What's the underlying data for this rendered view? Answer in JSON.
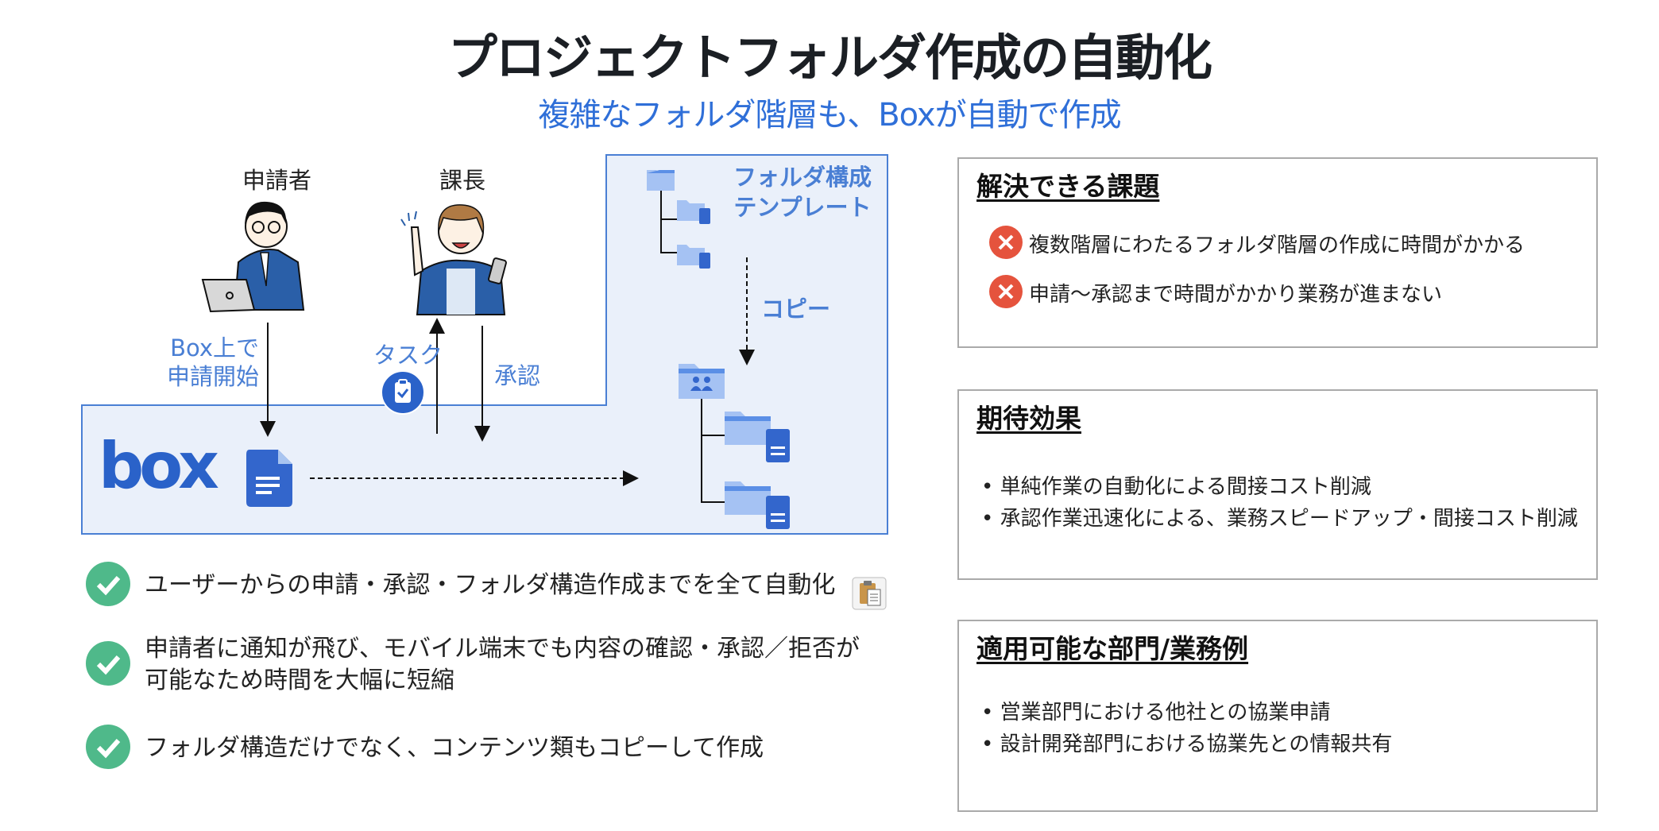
{
  "title": "プロジェクトフォルダ作成の自動化",
  "subtitle": "複雑なフォルダ階層も、Boxが自動で作成",
  "diagram": {
    "applicant_label": "申請者",
    "manager_label": "課長",
    "start_label_1": "Box上で",
    "start_label_2": "申請開始",
    "task_label": "タスク",
    "approve_label": "承認",
    "template_label_1": "フォルダ構成",
    "template_label_2": "テンプレート",
    "copy_label": "コピー",
    "box_logo": "box",
    "colors": {
      "accent": "#4a7fd4",
      "panel": "#eaf0fa",
      "brand": "#2f6fd8"
    }
  },
  "benefits": [
    {
      "icon": "check-icon",
      "text": "ユーザーからの申請・承認・フォルダ構造作成までを全て自動化"
    },
    {
      "icon": "check-icon",
      "text": "申請者に通知が飛び、モバイル端末でも内容の確認・承認／拒否が",
      "text2": "可能なため時間を大幅に短縮"
    },
    {
      "icon": "check-icon",
      "text": "フォルダ構造だけでなく、コンテンツ類もコピーして作成"
    }
  ],
  "cards": {
    "issues": {
      "title": "解決できる課題",
      "items": [
        "複数階層にわたるフォルダ階層の作成に時間がかかる",
        "申請～承認まで時間がかかり業務が進まない"
      ]
    },
    "effects": {
      "title": "期待効果",
      "items": [
        "単純作業の自動化による間接コスト削減",
        "承認作業迅速化による、業務スピードアップ・間接コスト削減"
      ]
    },
    "departments": {
      "title": "適用可能な部門/業務例",
      "items": [
        "営業部門における他社との協業申請",
        "設計開発部門における協業先との情報共有"
      ]
    }
  }
}
